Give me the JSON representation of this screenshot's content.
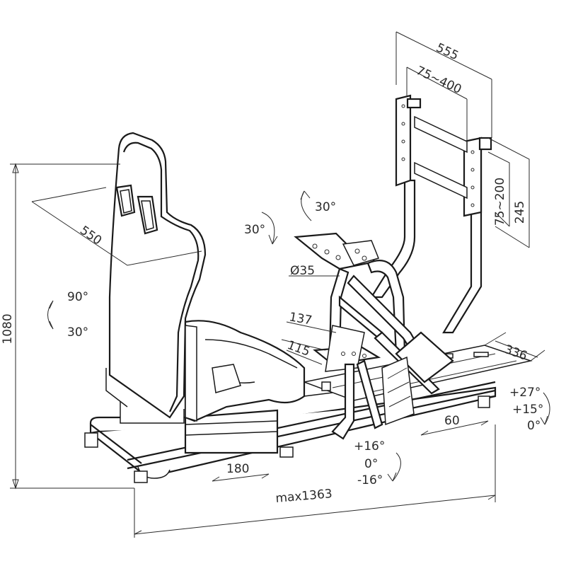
{
  "labels": {
    "monitor_width": "555",
    "vesa_horizontal": "75~400",
    "vesa_vertical": "75~200",
    "mount_height": "245",
    "wheel_rotate": "30°",
    "wheel_tilt": "30°",
    "tube_diameter": "Ø35",
    "pedal_137": "137",
    "pedal_115": "115",
    "base_width": "336",
    "angle_plus27": "+27°",
    "angle_plus15": "+15°",
    "angle_0_right": "0°",
    "slide_60": "60",
    "pedal_plus16": "+16°",
    "pedal_0": "0°",
    "pedal_minus16": "-16°",
    "seat_slide": "180",
    "max_length": "max1363",
    "seat_depth": "550",
    "recline_90": "90°",
    "recline_30": "30°",
    "total_height": "1080"
  }
}
